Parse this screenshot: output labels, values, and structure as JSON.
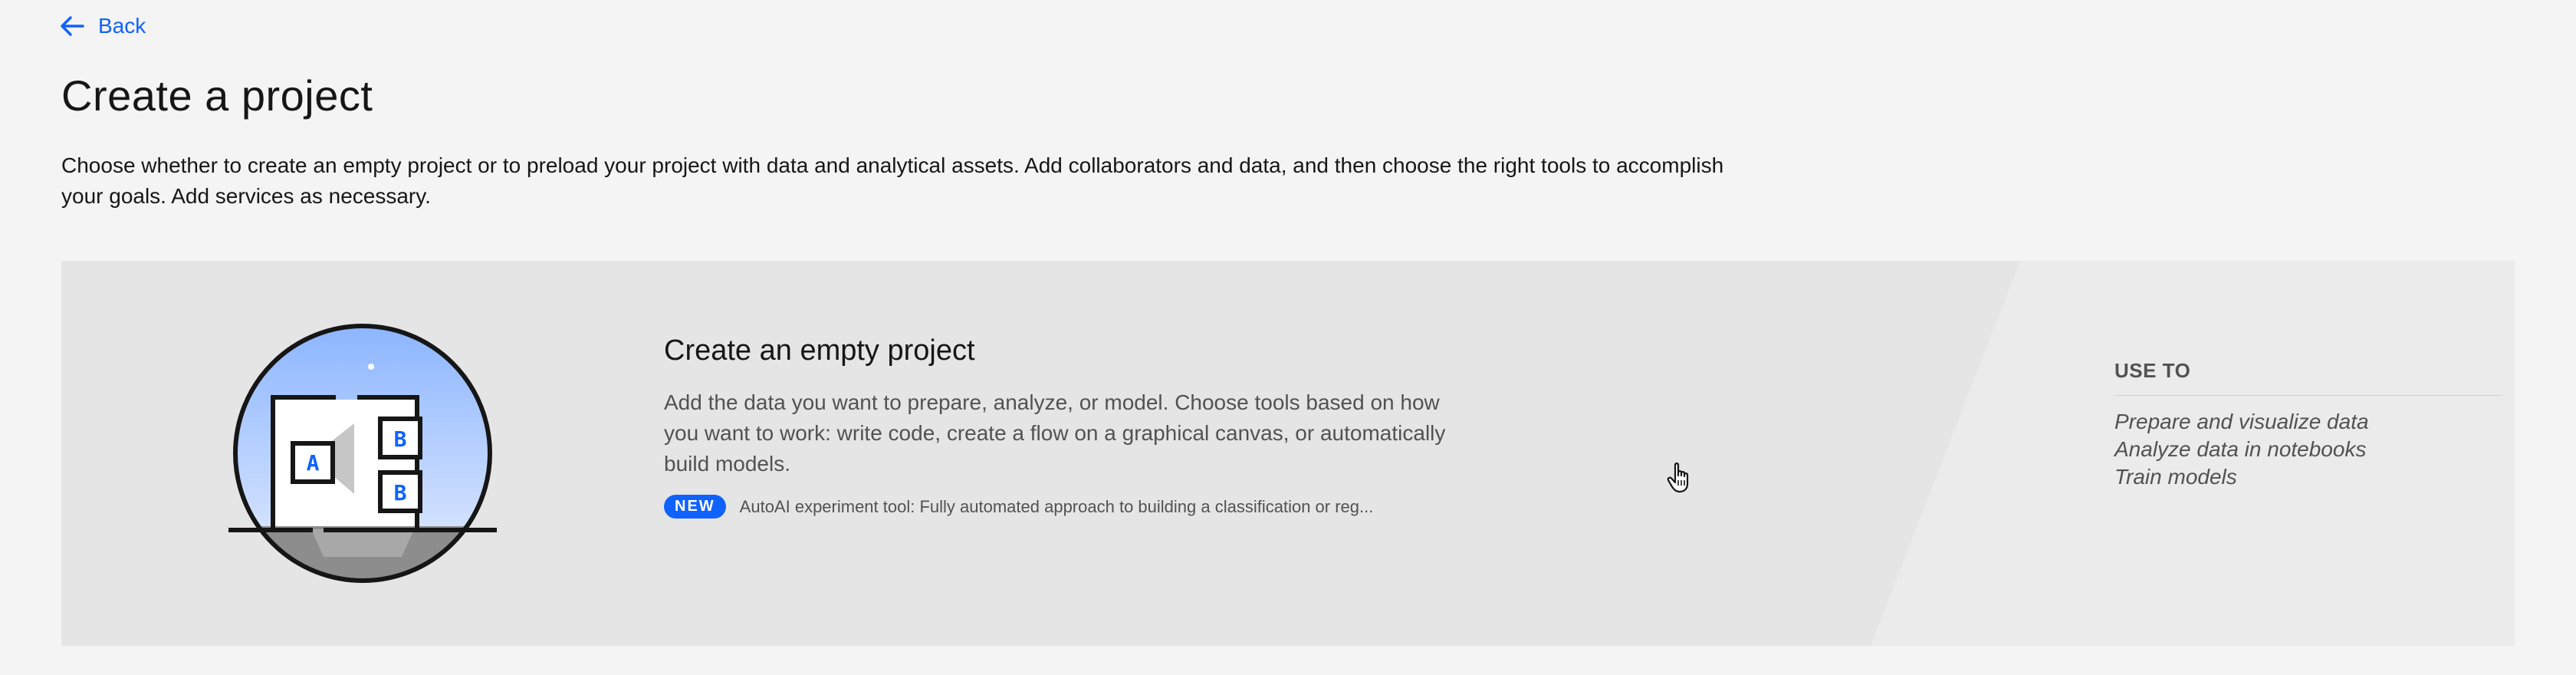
{
  "nav": {
    "back_label": "Back"
  },
  "header": {
    "title": "Create a project",
    "description": "Choose whether to create an empty project or to preload your project with data and analytical assets. Add collaborators and data, and then choose the right tools to accomplish your goals. Add services as necessary."
  },
  "card": {
    "title": "Create an empty project",
    "description": "Add the data you want to prepare, analyze, or model. Choose tools based on how you want to work: write code, create a flow on a graphical canvas, or automatically build models.",
    "badge": "NEW",
    "new_feature": "AutoAI experiment tool: Fully automated approach to building a classification or reg...",
    "illustration_labels": {
      "left": "A",
      "right_top": "B",
      "right_bottom": "B"
    },
    "use_to": {
      "title": "USE TO",
      "items": [
        "Prepare and visualize data",
        "Analyze data in notebooks",
        "Train models"
      ]
    }
  },
  "icons": {
    "back": "arrow-left-icon",
    "cursor": "hand-pointer-icon"
  },
  "colors": {
    "accent": "#0f62fe",
    "background": "#f4f4f4",
    "card": "#e5e5e5",
    "text": "#161616",
    "muted_text": "#525252"
  }
}
